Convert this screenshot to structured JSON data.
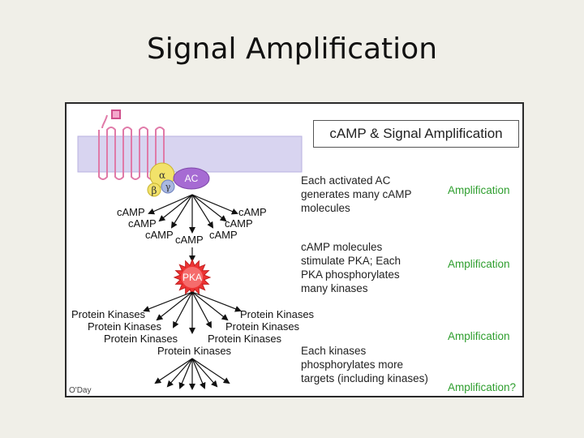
{
  "slide": {
    "title": "Signal Amplification"
  },
  "figure": {
    "headline": "cAMP & Signal Amplification",
    "credit": "O'Day",
    "molecules": {
      "alpha": "α",
      "beta": "β",
      "gamma": "γ",
      "ac": "AC",
      "pka": "PKA"
    },
    "camp_labels": [
      "cAMP",
      "cAMP",
      "cAMP",
      "cAMP",
      "cAMP",
      "cAMP",
      "cAMP"
    ],
    "kinase_labels": [
      "Protein Kinases",
      "Protein Kinases",
      "Protein Kinases",
      "Protein Kinases",
      "Protein Kinases",
      "Protein Kinases",
      "Protein Kinases"
    ],
    "steps": [
      {
        "text": "Each activated AC\ngenerates many cAMP\nmolecules",
        "tag": "Amplification"
      },
      {
        "text": "cAMP molecules\nstimulate PKA; Each\nPKA phosphorylates\nmany kinases",
        "tag": "Amplification"
      },
      {
        "text": "Each kinases\nphosphorylates more\ntargets (including kinases)",
        "tag": "Amplification"
      },
      {
        "text": "",
        "tag": "Amplification?"
      }
    ],
    "colors": {
      "membrane": "#d8d4f0",
      "receptor": "#e07aa8",
      "alpha_ball": "#f2e26a",
      "gamma_ball": "#a9b8e0",
      "ac": "#a66bd3",
      "pka": "#ee3333",
      "amplification_text": "#2e9e2e"
    }
  }
}
